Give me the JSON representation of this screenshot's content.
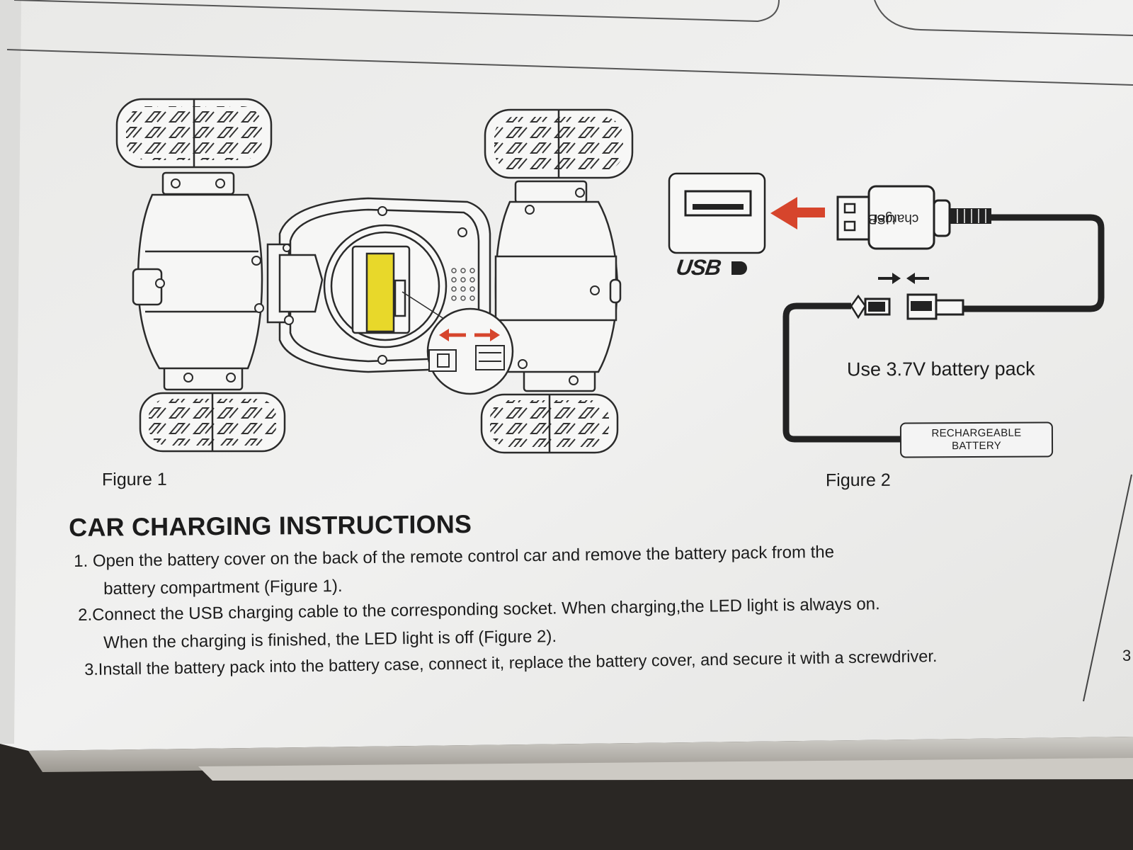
{
  "figures": {
    "figure1_label": "Figure 1",
    "figure2_label": "Figure 2"
  },
  "diagram": {
    "usb_logo": "USB",
    "usb_plug_label_line1": "USB",
    "usb_plug_label_line2": "charger",
    "battery_text": "Use 3.7V battery pack",
    "battery_label_line1": "RECHARGEABLE",
    "battery_label_line2": "BATTERY"
  },
  "instructions": {
    "heading": "CAR CHARGING INSTRUCTIONS",
    "step1_line1": "1. Open the battery cover on the back of the remote control car and remove the battery pack from the",
    "step1_line2": "battery compartment (Figure 1).",
    "step2_line1": "2.Connect the USB charging cable to the corresponding socket. When charging,the LED light is always on.",
    "step2_line2": "When the charging is finished, the LED light is off (Figure 2).",
    "step3_line1": "3.Install the battery pack into the battery case, connect it, replace the battery cover, and secure it with a screwdriver."
  },
  "page_number": "3",
  "colors": {
    "paper": "#f0f0ef",
    "ink": "#1c1c1c",
    "battery_yellow": "#e8d82a",
    "arrow_red": "#d6452c"
  }
}
